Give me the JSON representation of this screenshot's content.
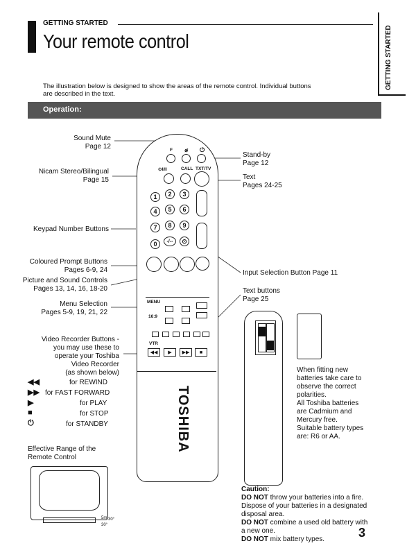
{
  "header": {
    "section_label": "GETTING STARTED",
    "page_title": "Your remote control",
    "side_tab": "GETTING STARTED"
  },
  "intro_text": "The illustration below is designed to show the areas of the remote control. Individual buttons are described in the text.",
  "operation_heading": "Operation:",
  "callouts_left": {
    "sound_mute": [
      "Sound Mute",
      "Page 12"
    ],
    "nicam": [
      "Nicam Stereo/Bilingual",
      "Page 15"
    ],
    "keypad": [
      "Keypad Number Buttons"
    ],
    "coloured": [
      "Coloured Prompt Buttons",
      "Pages 6-9, 24"
    ],
    "picture_sound": [
      "Picture and Sound Controls",
      "Pages 13, 14, 16, 18-20"
    ],
    "menu": [
      "Menu Selection",
      "Pages 5-9, 19, 21, 22"
    ],
    "vcr": [
      "Video Recorder Buttons -",
      "you may use these to",
      "operate your Toshiba",
      "Video Recorder",
      "(as shown below)"
    ]
  },
  "callouts_right": {
    "standby": [
      "Stand-by",
      "Page 12"
    ],
    "text": [
      "Text",
      "Pages 24-25"
    ],
    "input": [
      "Input Selection Button Page 11"
    ],
    "text_buttons": [
      "Text  buttons",
      "Page 25"
    ]
  },
  "vcr_legend": [
    {
      "icon": "◀◀",
      "label": "for REWIND"
    },
    {
      "icon": "▶▶",
      "label": "for FAST FORWARD"
    },
    {
      "icon": "▶",
      "label": "for PLAY"
    },
    {
      "icon": "■",
      "label": "for STOP"
    },
    {
      "icon": "⏻",
      "label": "for STANDBY"
    }
  ],
  "remote": {
    "top_labels": [
      "F",
      "⊗̸",
      "⏻"
    ],
    "row2_labels": [
      "⊙I/II",
      "CALL",
      "TXT/TV"
    ],
    "keys": [
      "1",
      "2",
      "3",
      "4",
      "5",
      "6",
      "7",
      "8",
      "9",
      "0",
      "-/--",
      "⊙"
    ],
    "menu_label": "MENU",
    "ratio_label": "16:9",
    "vtr_label": "VTR",
    "brand": "TOSHIBA",
    "transport": [
      "◀◀",
      "▶",
      "▶▶",
      "■"
    ]
  },
  "battery_note": [
    "When fitting new",
    "batteries take care to",
    "observe the correct",
    "polarities.",
    "All Toshiba batteries",
    "are Cadmium and",
    "Mercury free.",
    "Suitable battery types",
    "are: R6 or AA."
  ],
  "range": {
    "title": [
      "Effective Range of the",
      "Remote Control"
    ],
    "distance": "5m",
    "angle_a": "30°",
    "angle_b": "30°"
  },
  "caution": {
    "title": "Caution:",
    "lines": [
      {
        "bold": "DO NOT",
        "rest": " throw your batteries into a fire."
      },
      {
        "bold": "",
        "rest": "Dispose of your batteries in a designated"
      },
      {
        "bold": "",
        "rest": "disposal area."
      },
      {
        "bold": "DO NOT",
        "rest": " combine a used old battery with"
      },
      {
        "bold": "",
        "rest": "a new one."
      },
      {
        "bold": "DO NOT",
        "rest": " mix battery types."
      }
    ]
  },
  "page_number": "3"
}
